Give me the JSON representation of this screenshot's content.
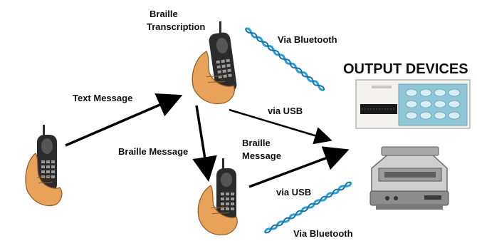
{
  "labels": {
    "braille_transcription_line1": "Braille",
    "braille_transcription_line2": "Transcription",
    "via_bluetooth_top": "Via Bluetooth",
    "output_devices": "OUTPUT DEVICES",
    "text_message": "Text Message",
    "via_usb_top": "via USB",
    "braille_message_left": "Braille Message",
    "braille_message_right_line1": "Braille",
    "braille_message_right_line2": "Message",
    "via_usb_bottom": "via USB",
    "via_bluetooth_bottom": "Via Bluetooth"
  },
  "colors": {
    "arrow": "#000000",
    "bluetooth_wave": "#2a9fd6",
    "skin": "#e8a25a",
    "phone": "#2b2b2b"
  }
}
